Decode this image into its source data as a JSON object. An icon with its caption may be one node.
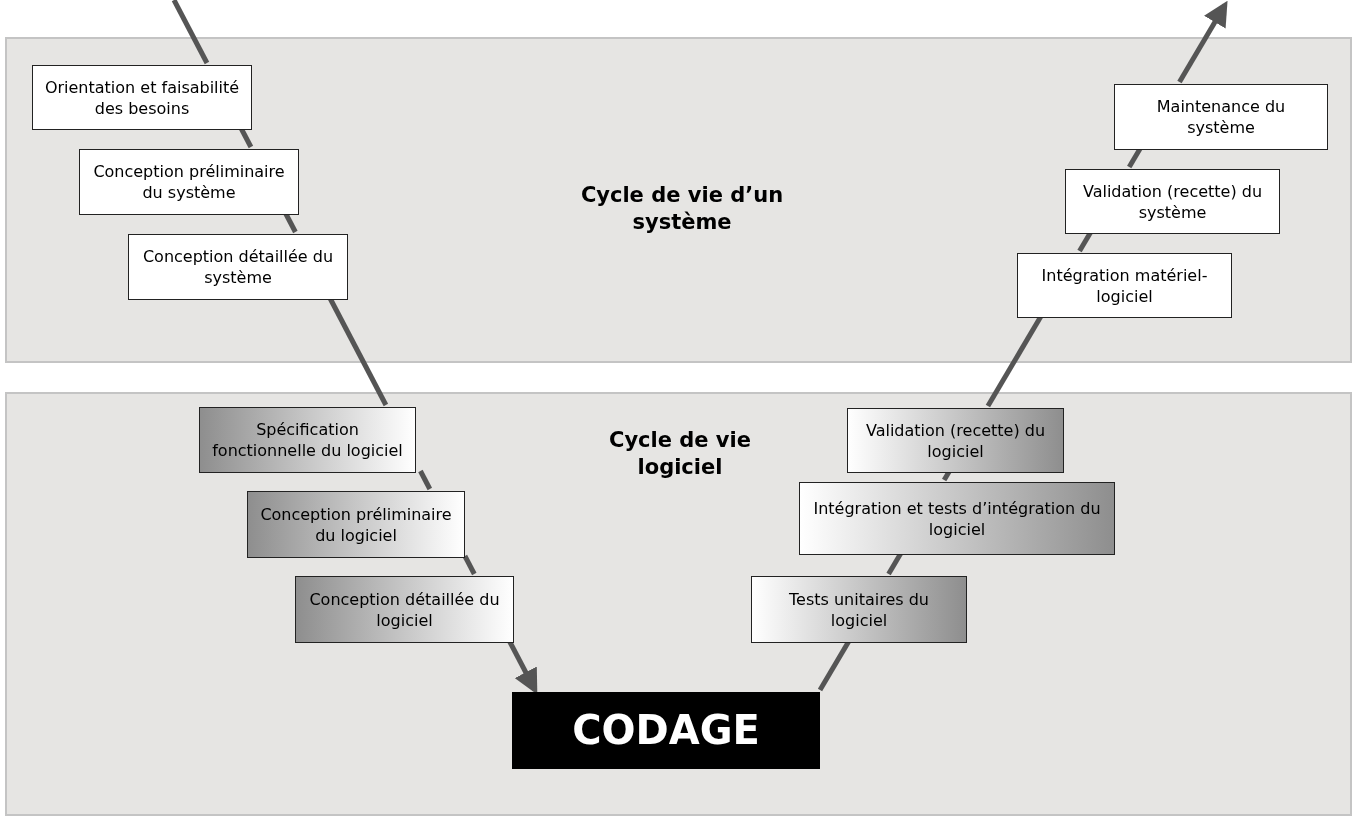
{
  "diagram": {
    "nodes": [
      {
        "text": [
          "Cycle de vie d’un système"
        ]
      },
      {
        "text": [
          "Orientation et faisabilité des besoins"
        ],
        "in": 0
      },
      {
        "text": [
          "Conception préliminaire du système"
        ],
        "in": 0
      },
      {
        "text": [
          "Conception détaillée du système"
        ],
        "in": 0
      },
      {
        "text": [
          "Maintenance du système"
        ],
        "in": 0
      },
      {
        "text": [
          "Validation (recette) du système"
        ],
        "in": 0
      },
      {
        "text": [
          "Intégration matériel-logiciel"
        ],
        "in": 0
      },
      {
        "text": [
          "Cycle de vie logiciel"
        ]
      },
      {
        "text": [
          "Spécification fonctionnelle du logiciel"
        ],
        "in": 7
      },
      {
        "text": [
          "Conception préliminaire du logiciel"
        ],
        "in": 7
      },
      {
        "text": [
          "Conception détaillée du logiciel"
        ],
        "in": 7
      },
      {
        "text": [
          "Validation (recette) du logiciel"
        ],
        "in": 7
      },
      {
        "text": [
          "Intégration et tests d’intégration du logiciel"
        ],
        "in": 7
      },
      {
        "text": [
          "Tests unitaires du logiciel"
        ],
        "in": 7
      },
      {
        "text": [
          "CODAGE"
        ],
        "in": 7
      }
    ],
    "edges": [
      {
        "from": null,
        "to": 1,
        "arrow": "none"
      },
      {
        "from": 1,
        "to": 2,
        "arrow": "none"
      },
      {
        "from": 2,
        "to": 3,
        "arrow": "none"
      },
      {
        "from": 3,
        "to": 8,
        "arrow": "none"
      },
      {
        "from": 8,
        "to": 9,
        "arrow": "none"
      },
      {
        "from": 9,
        "to": 10,
        "arrow": "none"
      },
      {
        "from": 10,
        "to": 14,
        "arrow": "to"
      },
      {
        "from": 14,
        "to": 13,
        "arrow": "none"
      },
      {
        "from": 13,
        "to": 12,
        "arrow": "none"
      },
      {
        "from": 12,
        "to": 11,
        "arrow": "none"
      },
      {
        "from": 11,
        "to": 6,
        "arrow": "none"
      },
      {
        "from": 6,
        "to": 5,
        "arrow": "none"
      },
      {
        "from": 5,
        "to": 4,
        "arrow": "none"
      },
      {
        "from": 4,
        "to": null,
        "arrow": "to"
      }
    ]
  }
}
